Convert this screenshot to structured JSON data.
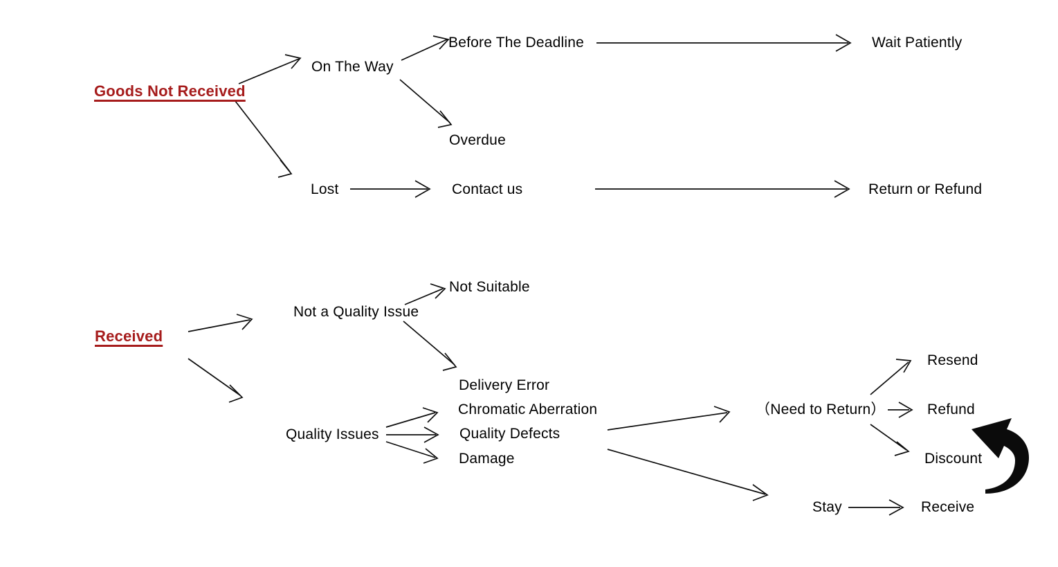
{
  "diagram": {
    "title": "Goods Not Received / Received resolution flowchart",
    "colors": {
      "root_red": "#A61C1C",
      "text_black": "#000000",
      "line_black": "#0d0d0d",
      "background": "#ffffff"
    }
  },
  "nodes": {
    "goods_not_received": "Goods Not Received",
    "on_the_way": "On The Way",
    "before_the_deadline": "Before The Deadline",
    "wait_patiently": "Wait Patiently",
    "overdue": "Overdue",
    "lost": "Lost",
    "contact_us": "Contact us",
    "return_or_refund": "Return or Refund",
    "received": "Received",
    "not_a_quality_issue": "Not a Quality Issue",
    "not_suitable": "Not Suitable",
    "quality_issues": "Quality Issues",
    "delivery_error": "Delivery Error",
    "chromatic_aberration": "Chromatic Aberration",
    "quality_defects": "Quality Defects",
    "damage": "Damage",
    "need_to_return": "（Need to Return）",
    "resend": "Resend",
    "refund": "Refund",
    "discount": "Discount",
    "stay": "Stay",
    "receive": "Receive"
  },
  "chart_data": {
    "type": "diagram",
    "layout": "left-to-right tree, two independent trees",
    "trees": [
      {
        "root": "Goods Not Received",
        "edges": [
          {
            "from": "Goods Not Received",
            "to": "On The Way"
          },
          {
            "from": "Goods Not Received",
            "to": "Lost"
          },
          {
            "from": "On The Way",
            "to": "Before The Deadline"
          },
          {
            "from": "On The Way",
            "to": "Overdue"
          },
          {
            "from": "Before The Deadline",
            "to": "Wait Patiently"
          },
          {
            "from": "Lost",
            "to": "Contact us"
          },
          {
            "from": "Contact us",
            "to": "Return or Refund"
          }
        ]
      },
      {
        "root": "Received",
        "edges": [
          {
            "from": "Received",
            "to": "Not a Quality Issue"
          },
          {
            "from": "Received",
            "to": "Quality Issues"
          },
          {
            "from": "Not a Quality Issue",
            "to": "Not Suitable"
          },
          {
            "from": "Not a Quality Issue",
            "to": "Delivery Error"
          },
          {
            "from": "Quality Issues",
            "to": "Chromatic Aberration"
          },
          {
            "from": "Quality Issues",
            "to": "Quality Defects"
          },
          {
            "from": "Quality Issues",
            "to": "Damage"
          },
          {
            "from": "Quality Defects",
            "to": "（Need to Return）"
          },
          {
            "from": "Damage",
            "to": "Stay"
          },
          {
            "from": "（Need to Return）",
            "to": "Resend"
          },
          {
            "from": "（Need to Return）",
            "to": "Refund"
          },
          {
            "from": "（Need to Return）",
            "to": "Discount"
          },
          {
            "from": "Stay",
            "to": "Receive"
          },
          {
            "from": "Receive",
            "to": "Discount",
            "style": "thick-curved-loop"
          }
        ]
      }
    ]
  }
}
